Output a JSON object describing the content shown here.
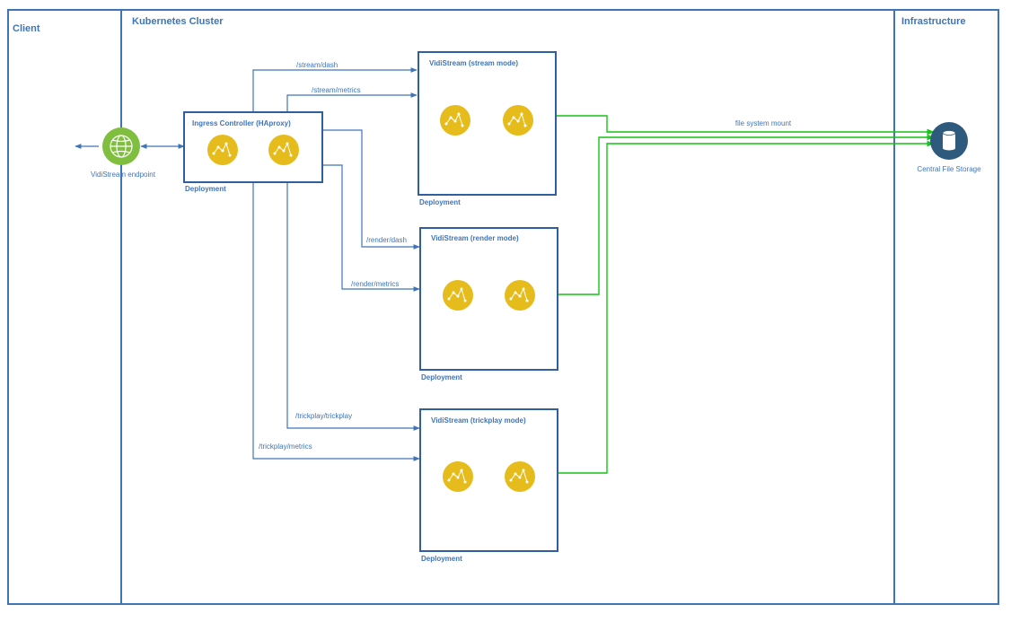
{
  "lanes": {
    "client": "Client",
    "cluster": "Kubernetes Cluster",
    "infrastructure": "Infrastructure"
  },
  "endpoint": {
    "label": "VidiStream endpoint",
    "icon": "globe-icon"
  },
  "ingress": {
    "title": "Ingress Controller (HAproxy)",
    "deployment_label": "Deployment"
  },
  "services": {
    "stream": {
      "title": "VidiStream (stream mode)",
      "deployment_label": "Deployment"
    },
    "render": {
      "title": "VidiStream (render mode)",
      "deployment_label": "Deployment"
    },
    "trickplay": {
      "title": "VidiStream (trickplay mode)",
      "deployment_label": "Deployment"
    }
  },
  "routes": {
    "stream_dash": "/stream/dash",
    "stream_metrics": "/stream/metrics",
    "render_dash": "/render/dash",
    "render_metrics": "/render/metrics",
    "trickplay_trickplay": "/trickplay/trickplay",
    "trickplay_metrics": "/trickplay/metrics"
  },
  "storage": {
    "label": "Central File Storage",
    "mount_label": "file system mount",
    "icon": "database-icon"
  },
  "colors": {
    "lane_border": "#3f74b8",
    "route_line": "#3f74b8",
    "mount_line": "#14c414",
    "pod": "#e6bc1c",
    "endpoint": "#7fbe3e",
    "storage": "#2e5a7e"
  }
}
